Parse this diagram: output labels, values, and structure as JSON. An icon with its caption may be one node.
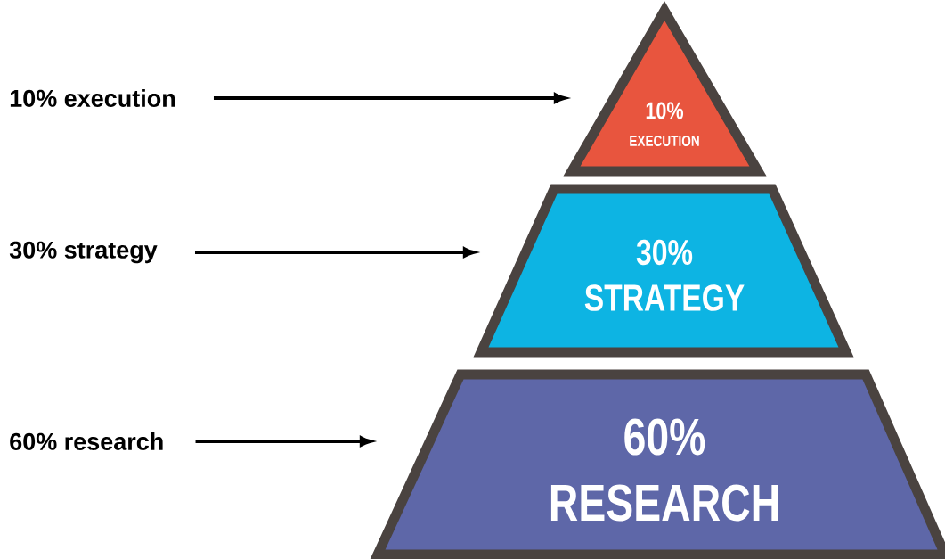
{
  "diagram": {
    "nodes": [
      {
        "text": [
          "10% execution"
        ]
      },
      {
        "text": [
          "30% strategy"
        ]
      },
      {
        "text": [
          "60% research"
        ]
      },
      {
        "text": [
          "10%",
          "EXECUTION"
        ]
      },
      {
        "text": [
          "30%",
          "STRATEGY"
        ]
      },
      {
        "text": [
          "60%",
          "RESEARCH"
        ]
      }
    ],
    "edges": [
      {
        "from": 0,
        "to": 3,
        "arrow": "to"
      },
      {
        "from": 1,
        "to": 4,
        "arrow": "to"
      },
      {
        "from": 2,
        "to": 5,
        "arrow": "to"
      }
    ]
  }
}
